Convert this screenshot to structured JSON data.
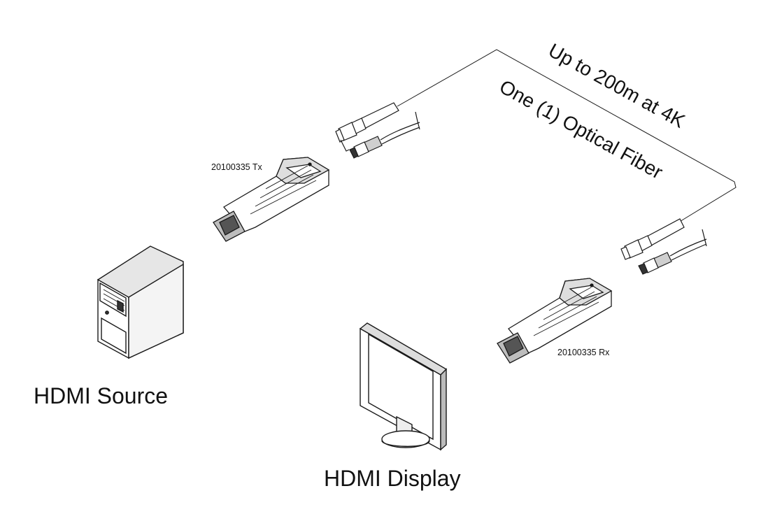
{
  "labels": {
    "tx_model": "20100335 Tx",
    "rx_model": "20100335 Rx",
    "distance": "Up to 200m at 4K",
    "fiber": "One (1) Optical Fiber",
    "source": "HDMI Source",
    "display": "HDMI Display"
  },
  "colors": {
    "line": "#1a1a1a",
    "fill": "#ffffff",
    "shade": "#d9d9d9",
    "dark": "#555555"
  },
  "icons": [
    "pc-tower-icon",
    "monitor-icon",
    "hdmi-fiber-transmitter-icon",
    "hdmi-fiber-receiver-icon",
    "lc-fiber-connector-icon",
    "usb-power-plug-icon"
  ]
}
